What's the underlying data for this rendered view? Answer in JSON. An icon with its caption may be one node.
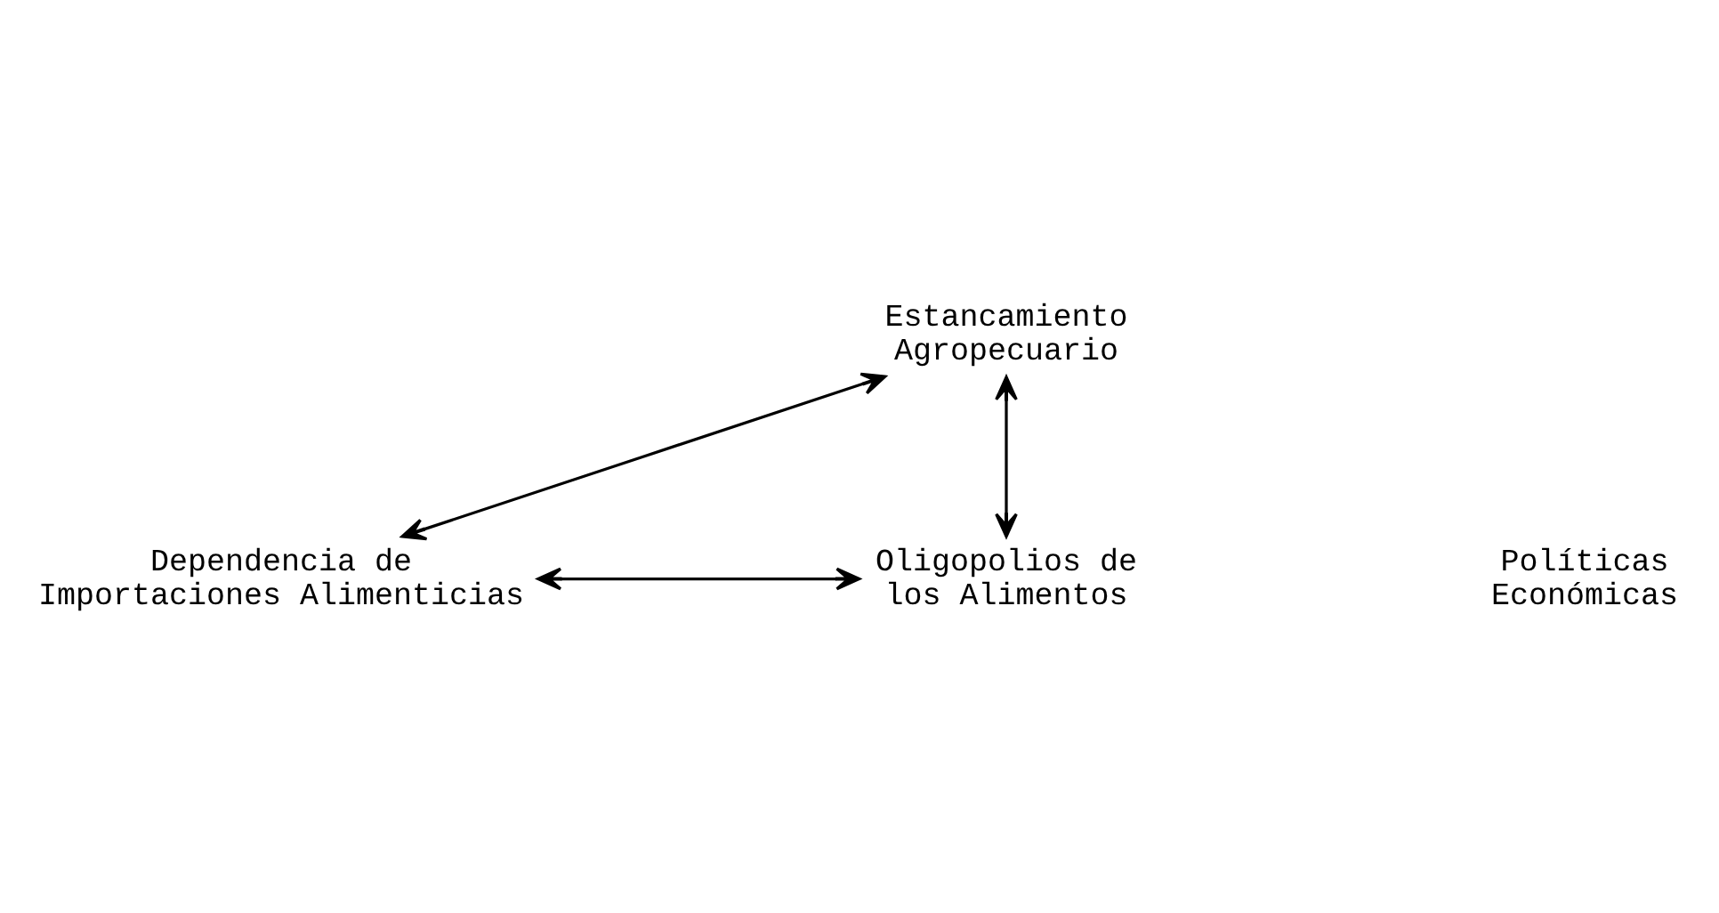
{
  "diagram": {
    "nodes": [
      {
        "text": [
          "Estancamiento Agropecuario"
        ]
      },
      {
        "text": [
          "Dependencia de Importaciones Alimenticias"
        ]
      },
      {
        "text": [
          "Oligopolios de los Alimentos"
        ]
      }
    ],
    "edges": [
      {
        "from": 0,
        "to": 1,
        "arrow": "both"
      },
      {
        "from": 0,
        "to": 2,
        "arrow": "both"
      },
      {
        "from": 1,
        "to": 2,
        "arrow": "both"
      }
    ],
    "labels": [
      "Políticas Económicas"
    ]
  }
}
